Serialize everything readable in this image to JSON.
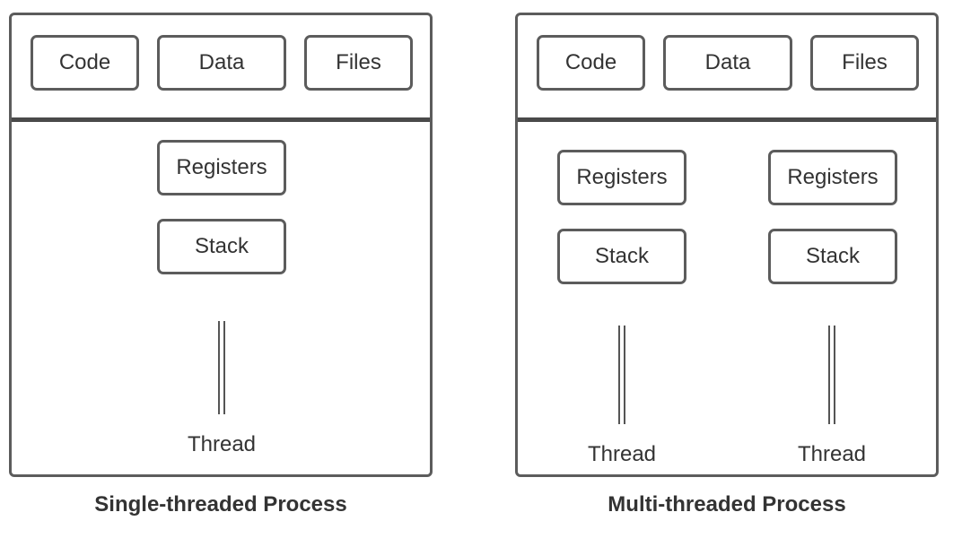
{
  "single": {
    "code": "Code",
    "data": "Data",
    "files": "Files",
    "registers": "Registers",
    "stack": "Stack",
    "thread": "Thread",
    "caption": "Single-threaded Process"
  },
  "multi": {
    "code": "Code",
    "data": "Data",
    "files": "Files",
    "threads": [
      {
        "registers": "Registers",
        "stack": "Stack",
        "thread": "Thread"
      },
      {
        "registers": "Registers",
        "stack": "Stack",
        "thread": "Thread"
      }
    ],
    "caption": "Multi-threaded Process"
  }
}
